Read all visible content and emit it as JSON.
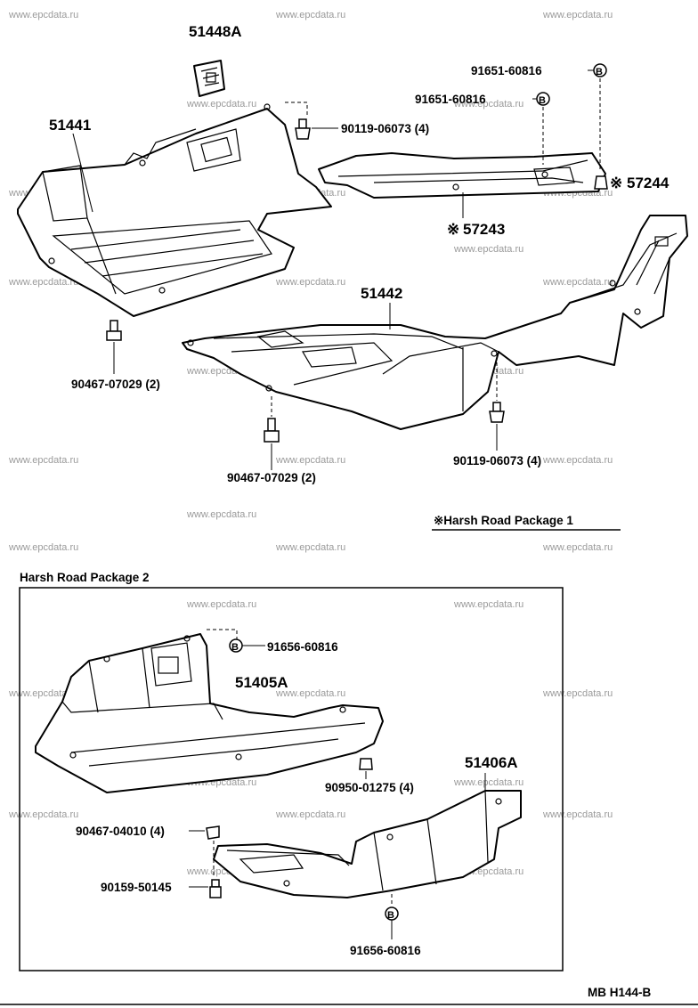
{
  "watermark": "www.epcdata.ru",
  "group1": {
    "parts": {
      "p51448A": "51448A",
      "p51441": "51441",
      "p51442": "51442",
      "p57243": "57243",
      "p57244": "57244",
      "b91651a": "91651-60816",
      "b91651b": "91651-60816",
      "b90119a": "90119-06073 (4)",
      "b90119b": "90119-06073 (4)",
      "b90467a": "90467-07029 (2)",
      "b90467b": "90467-07029 (2)"
    },
    "star": "※",
    "circle_letter": "B",
    "footnote": "※Harsh Road Package 1"
  },
  "group2": {
    "title": "Harsh Road Package 2",
    "parts": {
      "p51405A": "51405A",
      "p51406A": "51406A",
      "b91656a": "91656-60816",
      "b91656b": "91656-60816",
      "b90950": "90950-01275 (4)",
      "b90467": "90467-04010 (4)",
      "b90159": "90159-50145"
    }
  },
  "code": "MB  H144-B"
}
